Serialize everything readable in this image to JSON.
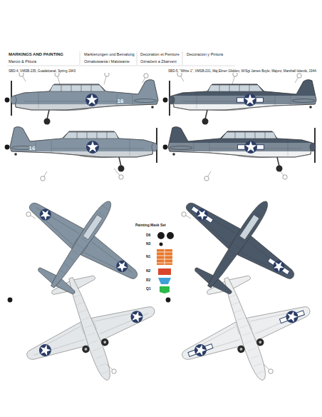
{
  "diagram": {
    "title": "MARKINGS AND PAINTING",
    "labels": [
      "Markierungen und Bemalung",
      "Decoration et Peinture",
      "Decoracion y Pintura",
      "Marcio & Pittura",
      "Oznakowania i Malowanie",
      "Označeni a Zbarveni",
      "SBD-4, VMSB-235, Guadalcanal, Spring 1943",
      "SBD-5, \"White 1\", VMSB-231, Maj.Elmer Glidden, W/Sgt James Boyle, Majuro, Marshall Islands, 1944.",
      "16",
      "16",
      "Painting Mask Set",
      "D8",
      "N3",
      "N1",
      "N2",
      "R2",
      "Q1"
    ]
  }
}
